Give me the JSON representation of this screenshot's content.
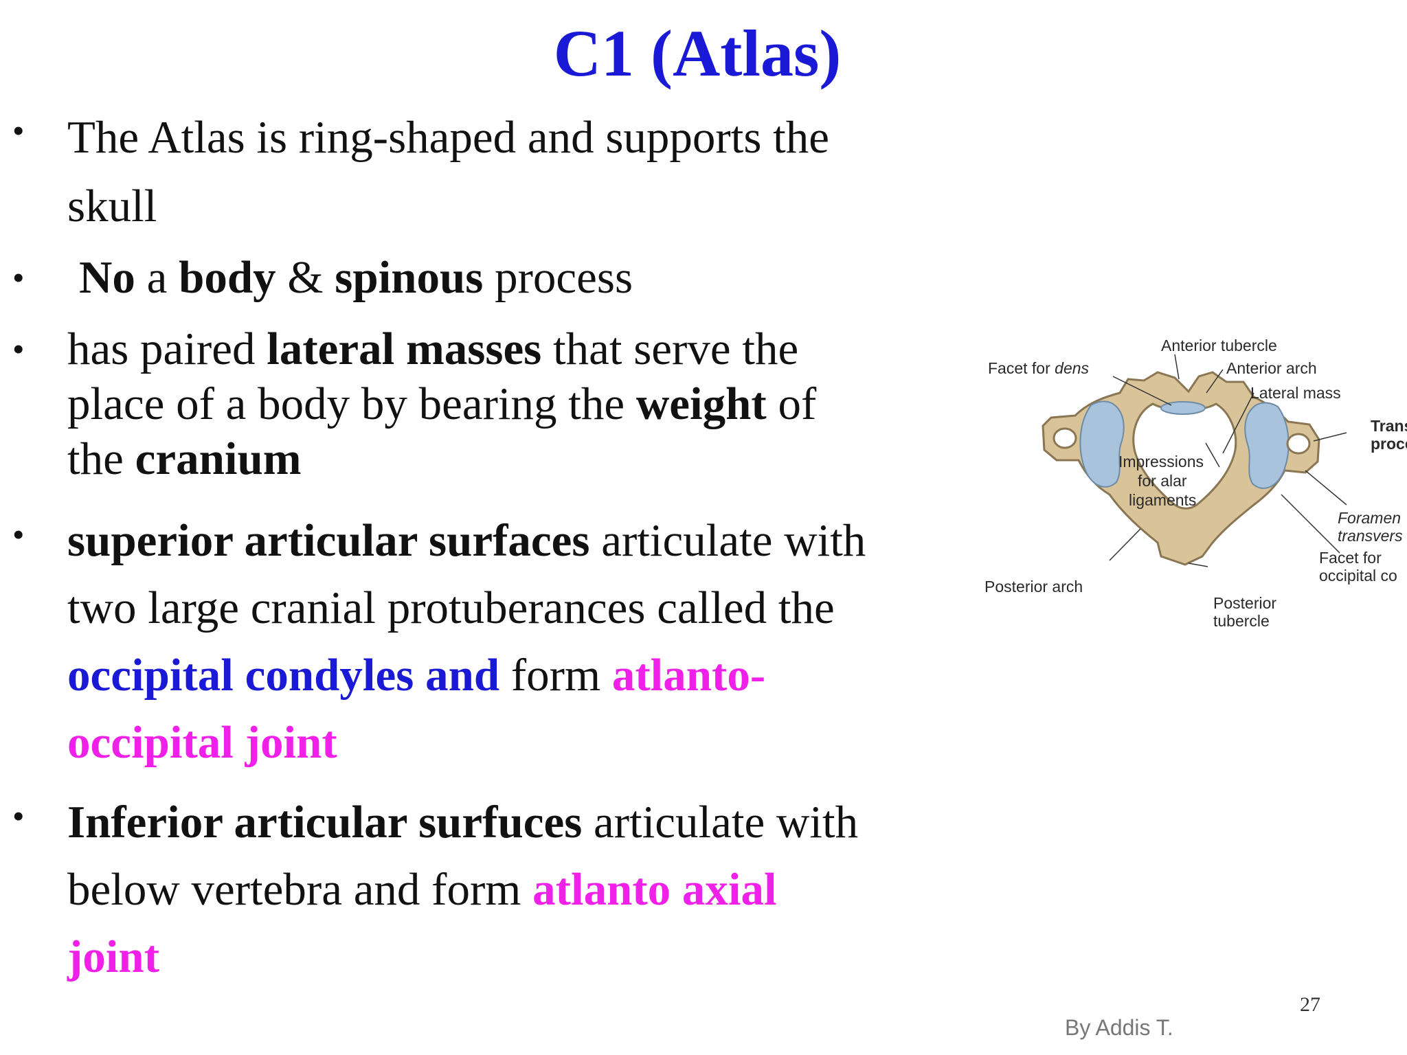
{
  "slide": {
    "title": "C1 (Atlas)",
    "bullet1": {
      "line1": "The Atlas is ring-shaped and supports the",
      "line2": "skull"
    },
    "bullet2": {
      "no": "No",
      "a": " a ",
      "body": "body",
      "amp": " & ",
      "spinous": "spinous",
      "process": " process"
    },
    "bullet3": {
      "p1": "has paired ",
      "lateral_masses": "lateral masses",
      "p2": " that serve the",
      "line2a": "place of a body by bearing the ",
      "weight": "weight",
      "of": " of",
      "line3a": "the ",
      "cranium": "cranium"
    },
    "bullet4": {
      "sup": "superior articular surfaces",
      "p1": " articulate with",
      "line2": "two large cranial protuberances called the",
      "occ": "occipital condyles and",
      "form": " form ",
      "atlanto": "atlanto-",
      "occ_joint": "occipital joint"
    },
    "bullet5": {
      "inf": "Inferior articular surfuces",
      "p1": " articulate with",
      "line2": "below  vertebra and form ",
      "axial": "atlanto axial",
      "joint": "joint"
    },
    "bullet_char": "•",
    "author": "By Addis T.",
    "page_number": "27"
  },
  "figure": {
    "labels": {
      "anterior_tubercle": "Anterior tubercle",
      "anterior_arch": "Anterior arch",
      "facet_for": "Facet for ",
      "dens": "dens",
      "lateral_mass": "Lateral mass",
      "trans1": "Trans",
      "trans2": "proce",
      "impressions1": "Impressions",
      "impressions2": "for alar",
      "impressions3": "ligaments",
      "foramen1": "Foramen",
      "foramen2": "transvers",
      "facet_occ1": "Facet for",
      "facet_occ2": "occipital co",
      "posterior_arch": "Posterior arch",
      "posterior_tubercle1": "Posterior",
      "posterior_tubercle2": "tubercle"
    }
  },
  "colors": {
    "title_blue": "#1a1ad6",
    "highlight_magenta": "#f020e8",
    "bone": "#d9c49a",
    "cartilage": "#a9c3dc"
  }
}
